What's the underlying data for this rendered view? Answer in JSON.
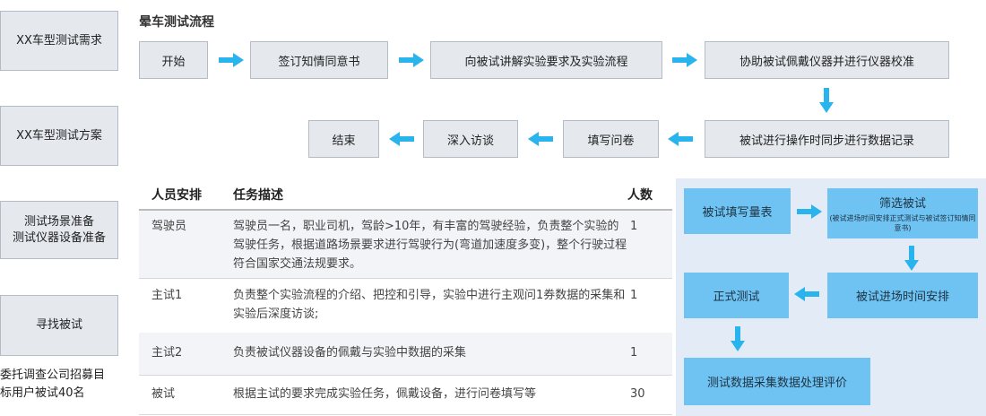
{
  "left_labels": [
    "XX车型测试需求",
    "XX车型测试方案",
    "测试场景准备",
    "测试仪器设备准备",
    "寻找被试"
  ],
  "left_note": [
    "委托调查公司招募目",
    "标用户被试40名"
  ],
  "flow_title": "晕车测试流程",
  "flow_row1": [
    "开始",
    "签订知情同意书",
    "向被试讲解实验要求及实验流程",
    "协助被试佩戴仪器并进行仪器校准"
  ],
  "flow_row2": [
    "结束",
    "深入访谈",
    "填写问卷",
    "被试进行操作时同步进行数据记录"
  ],
  "table": {
    "headers": [
      "人员安排",
      "任务描述",
      "人数"
    ],
    "rows": [
      {
        "role": "驾驶员",
        "desc": "驾驶员一名，职业司机，驾龄>10年，有丰富的驾驶经验，负责整个实验的驾驶任务，根据道路场景要求进行驾驶行为(弯道加速度多变)，整个行驶过程符合国家交通法规要求。",
        "count": "1"
      },
      {
        "role": "主试1",
        "desc": "负责整个实验流程的介绍、把控和引导，实验中进行主观问1券数据的采集和实验后深度访谈;",
        "count": "1"
      },
      {
        "role": "主试2",
        "desc": "负责被试仪器设备的佩戴与实验中数据的采集",
        "count": "1"
      },
      {
        "role": "被试",
        "desc": "根据主试的要求完成实验任务，佩戴设备，进行问卷填写等",
        "count": "30"
      }
    ]
  },
  "panel": {
    "fill_scale": "被试填写量表",
    "screen_title": "筛选被试",
    "screen_sub": "(被试进场时间安排正式测试与被试签订知情同意书)",
    "schedule": "被试进场时间安排",
    "formal_test": "正式测试",
    "data_eval": "测试数据采集数据处理评价"
  },
  "colors": {
    "box_fill": "#e5e9ee",
    "box_border": "#b4bcc7",
    "arrow": "#2ab4ee",
    "panel_bg": "#e3ecf6",
    "blue_box": "#6fc3f2"
  }
}
